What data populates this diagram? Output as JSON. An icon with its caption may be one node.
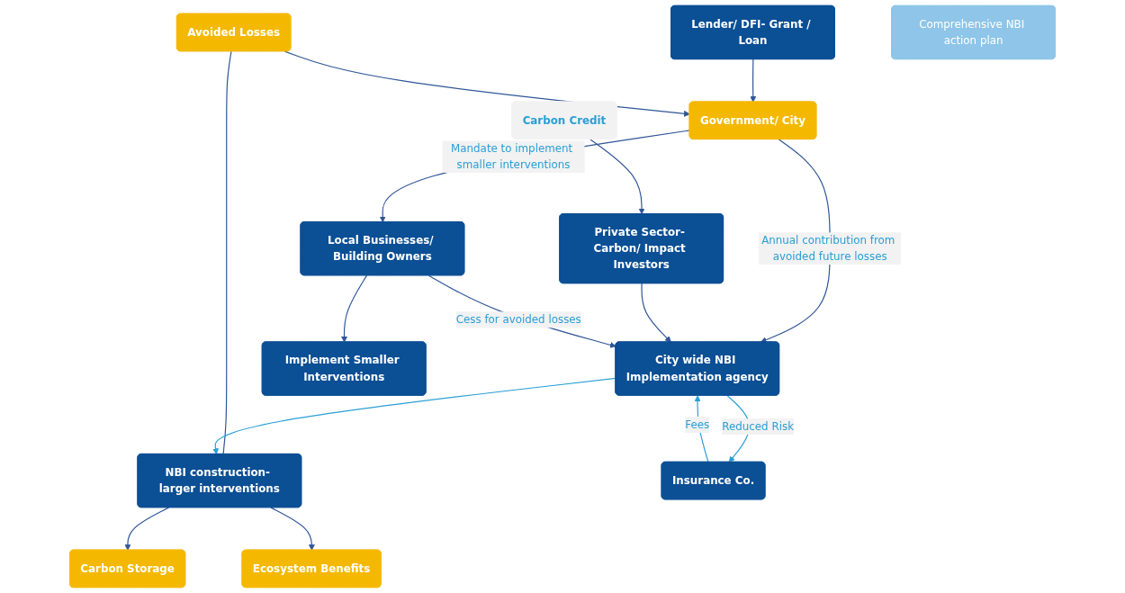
{
  "diagram": {
    "nodes": [
      {
        "text": [
          "Government/ City"
        ]
      },
      {
        "text": [
          "Avoided Losses"
        ]
      },
      {
        "text": [
          "Lender/ DFI- Grant / Loan"
        ]
      },
      {
        "text": [
          "Comprehensive NBI action plan"
        ]
      },
      {
        "text": [
          "Private Sector- Carbon/ Impact Investors"
        ]
      },
      {
        "text": [
          "Local Businesses/ Building Owners"
        ]
      },
      {
        "text": [
          "City wide NBI Implementation agency"
        ]
      },
      {
        "text": [
          "NBI construction- larger interventions"
        ]
      },
      {
        "text": [
          "Implement Smaller Interventions"
        ]
      },
      {
        "text": [
          "Insurance Co."
        ]
      },
      {
        "text": [
          "Carbon Storage"
        ]
      },
      {
        "text": [
          "Ecosystem Benefits"
        ]
      },
      {
        "text": [
          "Carbon Credit"
        ]
      }
    ],
    "edges": [
      {
        "from": 2,
        "to": 0,
        "arrow": "to"
      },
      {
        "from": 1,
        "to": 0,
        "arrow": "to"
      },
      {
        "from": 0,
        "to": 5,
        "arrow": "to",
        "label": "Mandate to implement smaller interventions"
      },
      {
        "from": 0,
        "to": 6,
        "arrow": "to",
        "label": "Annual contribution from avoided future losses"
      },
      {
        "from": 4,
        "to": 6,
        "arrow": "to"
      },
      {
        "from": 1,
        "to": 7,
        "arrow": "none"
      },
      {
        "from": 5,
        "to": 8,
        "arrow": "to"
      },
      {
        "from": 5,
        "to": 6,
        "arrow": "to",
        "label": "Cess for avoided losses"
      },
      {
        "from": 6,
        "to": 7,
        "arrow": "to",
        "color": "#2a9fd6"
      },
      {
        "from": 9,
        "to": 6,
        "arrow": "to",
        "label": "Fees",
        "color": "#2a9fd6"
      },
      {
        "from": 6,
        "to": 9,
        "arrow": "to",
        "label": "Reduced Risk",
        "color": "#2a9fd6"
      },
      {
        "from": 7,
        "to": 10,
        "arrow": "to"
      },
      {
        "from": 7,
        "to": 11,
        "arrow": "to"
      },
      {
        "from": 12,
        "to": 4,
        "arrow": "to"
      }
    ]
  }
}
